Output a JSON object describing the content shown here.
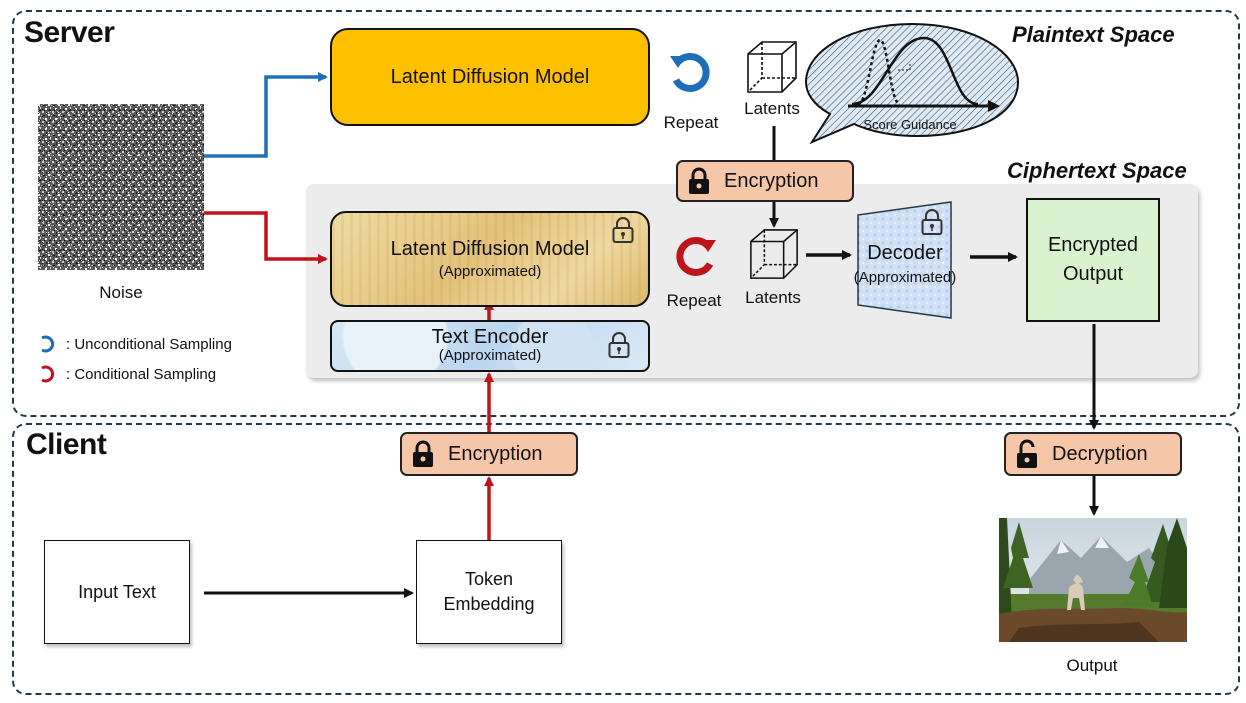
{
  "regions": {
    "server": "Server",
    "client": "Client"
  },
  "spaces": {
    "plaintext": "Plaintext Space",
    "ciphertext": "Ciphertext Space"
  },
  "server": {
    "noise_label": "Noise",
    "ldm_plain": "Latent Diffusion Model",
    "repeat_plain": "Repeat",
    "latents_plain": "Latents",
    "score_guidance": "Score Guidance",
    "encryption": "Encryption",
    "ldm_cipher": "Latent Diffusion Model",
    "ldm_cipher_sub": "(Approximated)",
    "text_encoder": "Text Encoder",
    "text_encoder_sub": "(Approximated)",
    "repeat_cipher": "Repeat",
    "latents_cipher": "Latents",
    "decoder": "Decoder",
    "decoder_sub": "(Approximated)",
    "encrypted_output_line1": "Encrypted",
    "encrypted_output_line2": "Output"
  },
  "legend": {
    "unconditional": ": Unconditional Sampling",
    "conditional": ": Conditional Sampling"
  },
  "client": {
    "encryption": "Encryption",
    "decryption": "Decryption",
    "input_text": "Input Text",
    "token_line1": "Token",
    "token_line2": "Embedding",
    "output_label": "Output"
  },
  "colors": {
    "blue_arrow": "#1f6fb8",
    "red_arrow": "#c0141c",
    "ldm_plain_fill": "#ffc000",
    "encryption_fill": "#f6c6a9",
    "ciphertext_bg": "#ececec",
    "encrypted_output_fill": "#d9f2d0",
    "decoder_fill": "#cfe0f4"
  }
}
